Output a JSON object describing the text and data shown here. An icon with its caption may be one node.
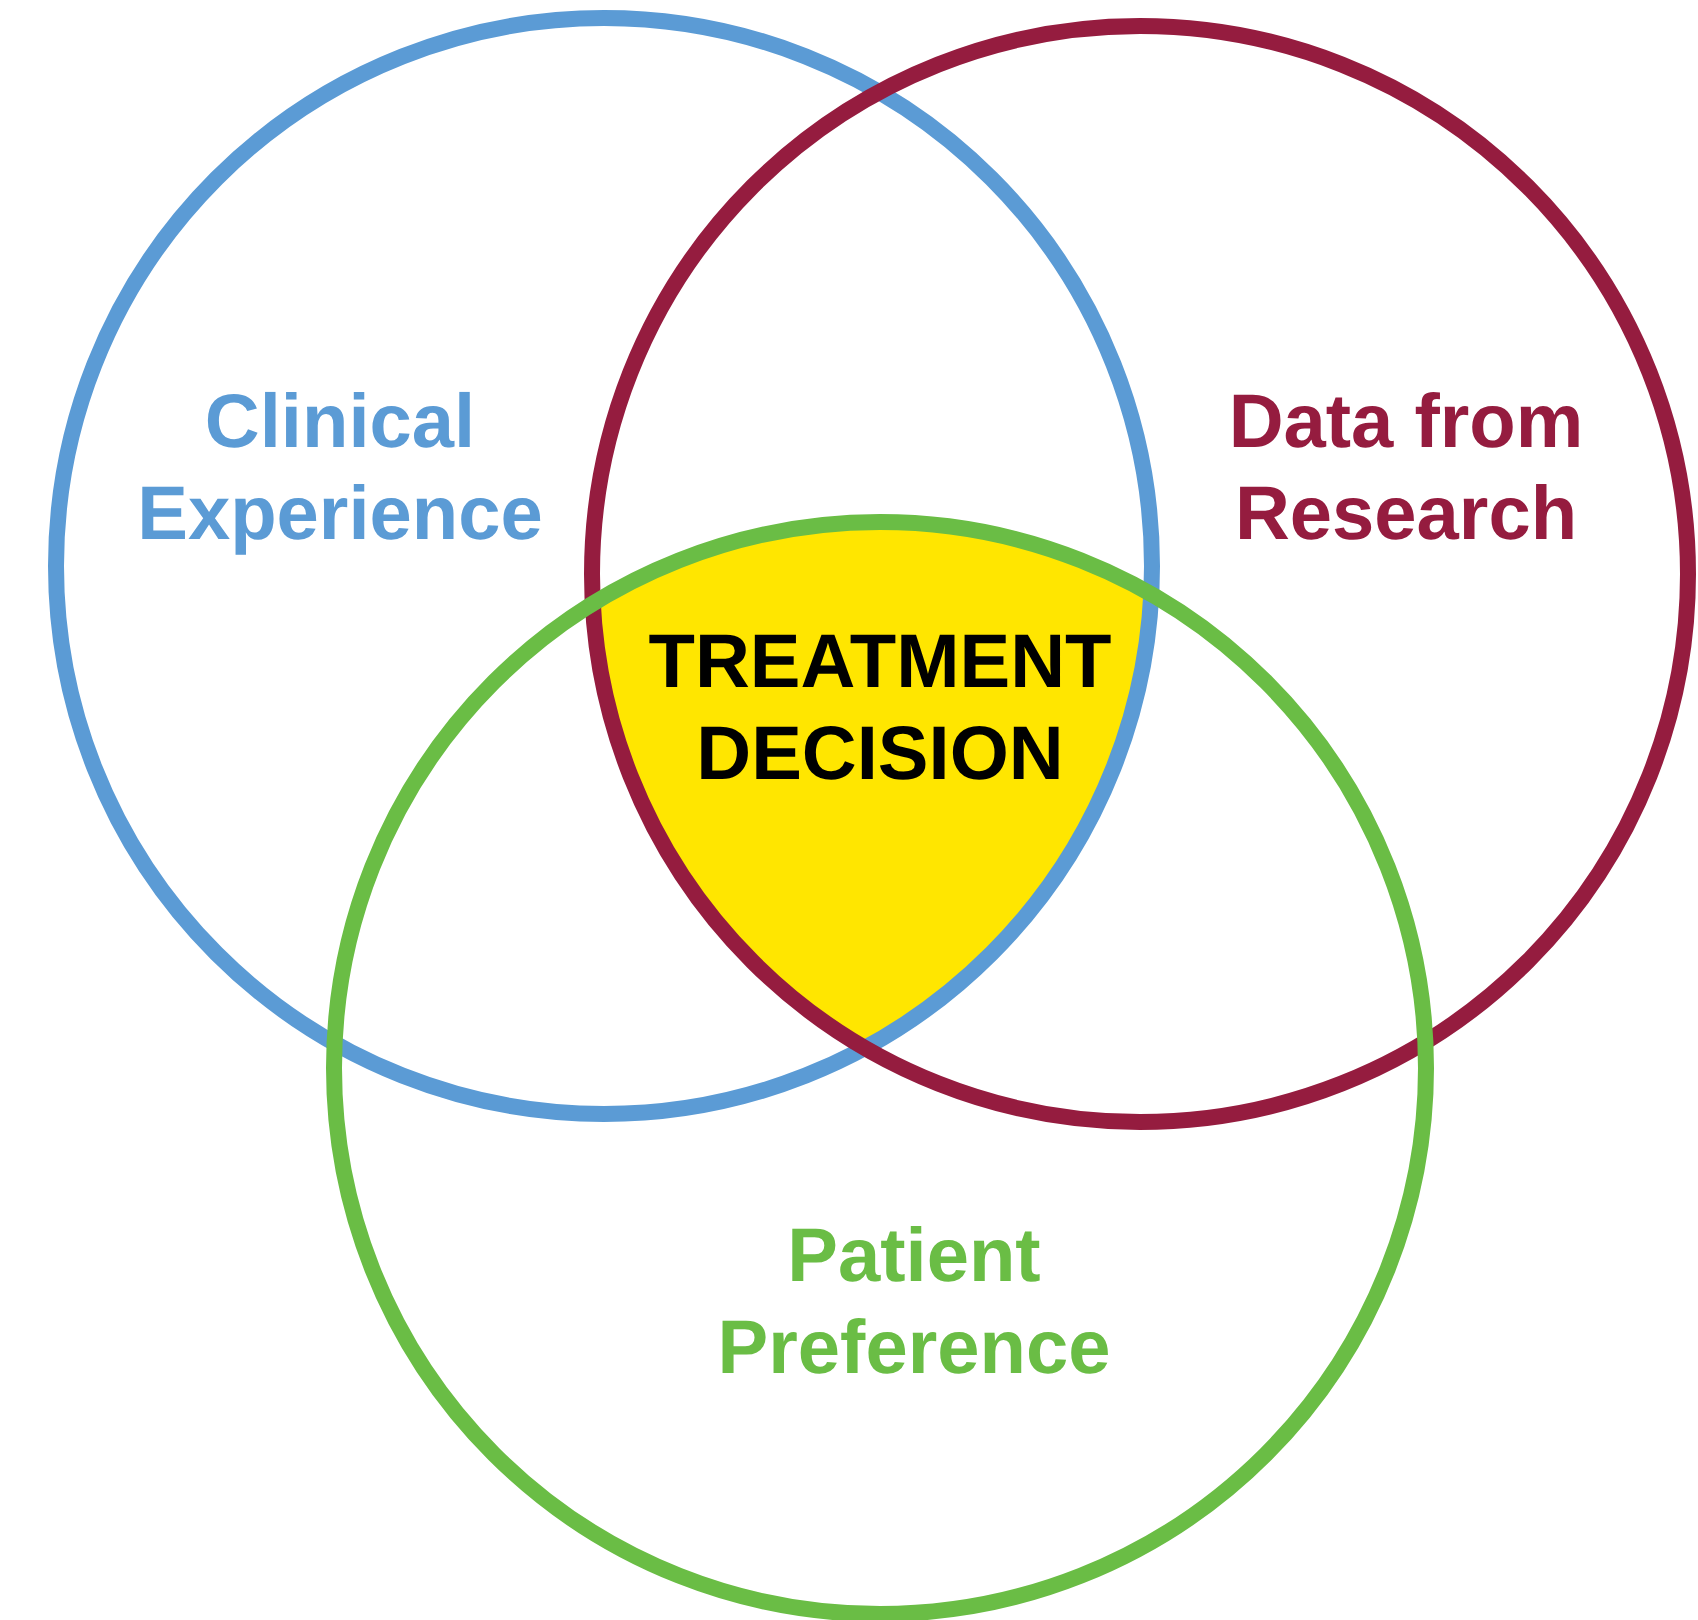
{
  "diagram": {
    "nodes": [
      {
        "text": [
          "Clinical Experience"
        ]
      },
      {
        "text": [
          "Data from Research"
        ]
      },
      {
        "text": [
          "Patient Preference"
        ]
      },
      {
        "text": [
          "TREATMENT DECISION"
        ]
      }
    ]
  }
}
